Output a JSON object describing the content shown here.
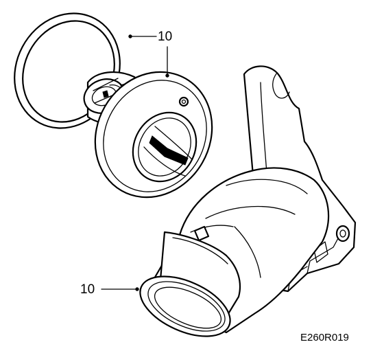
{
  "figure": {
    "callouts": [
      {
        "id": "top",
        "label": "10"
      },
      {
        "id": "bottom",
        "label": "10"
      }
    ],
    "reference_code": "E260R019",
    "colors": {
      "ink": "#000000",
      "paper": "#ffffff"
    }
  }
}
